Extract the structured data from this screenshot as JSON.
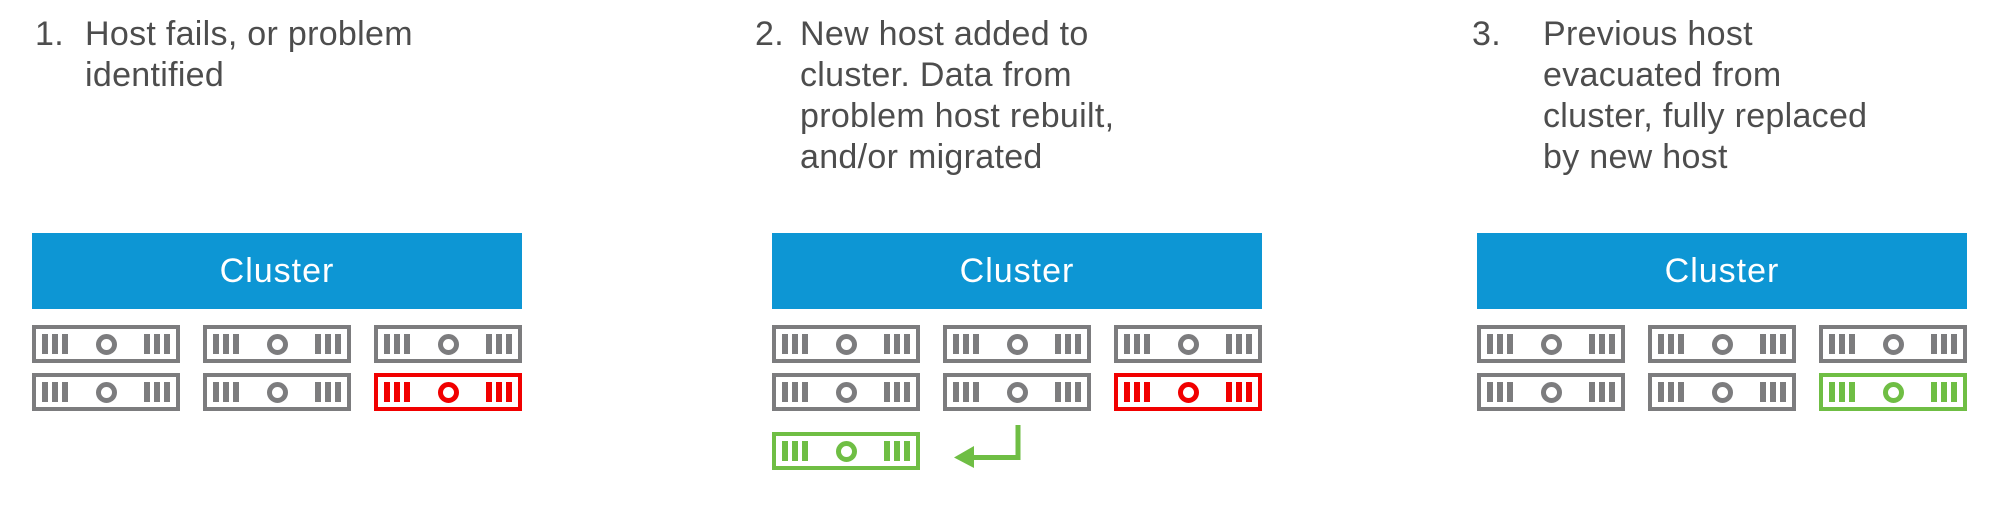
{
  "colors": {
    "cluster_blue": "#0d96d4",
    "host_gray": "#7c7c7e",
    "host_failed_red": "#f10000",
    "host_new_green": "#6fbe44",
    "step_text_gray": "#4d4d4d",
    "cluster_label_white": "#ffffff"
  },
  "steps": [
    {
      "number": "1.",
      "lines": [
        "Host fails, or problem",
        "identified"
      ],
      "cluster_label": "Cluster",
      "host_rows": [
        [
          "normal",
          "normal",
          "normal"
        ],
        [
          "normal",
          "normal",
          "failed"
        ]
      ],
      "extra_row": null
    },
    {
      "number": "2.",
      "lines": [
        "New host added to",
        "cluster. Data from",
        "problem host rebuilt,",
        "and/or migrated"
      ],
      "cluster_label": "Cluster",
      "host_rows": [
        [
          "normal",
          "normal",
          "normal"
        ],
        [
          "normal",
          "normal",
          "failed"
        ]
      ],
      "extra_row": {
        "host": "new",
        "arrow": "return-left"
      }
    },
    {
      "number": "3.",
      "lines": [
        "Previous host",
        "evacuated from",
        "cluster, fully replaced",
        "by new host"
      ],
      "cluster_label": "Cluster",
      "host_rows": [
        [
          "normal",
          "normal",
          "normal"
        ],
        [
          "normal",
          "normal",
          "new"
        ]
      ],
      "extra_row": null
    }
  ]
}
